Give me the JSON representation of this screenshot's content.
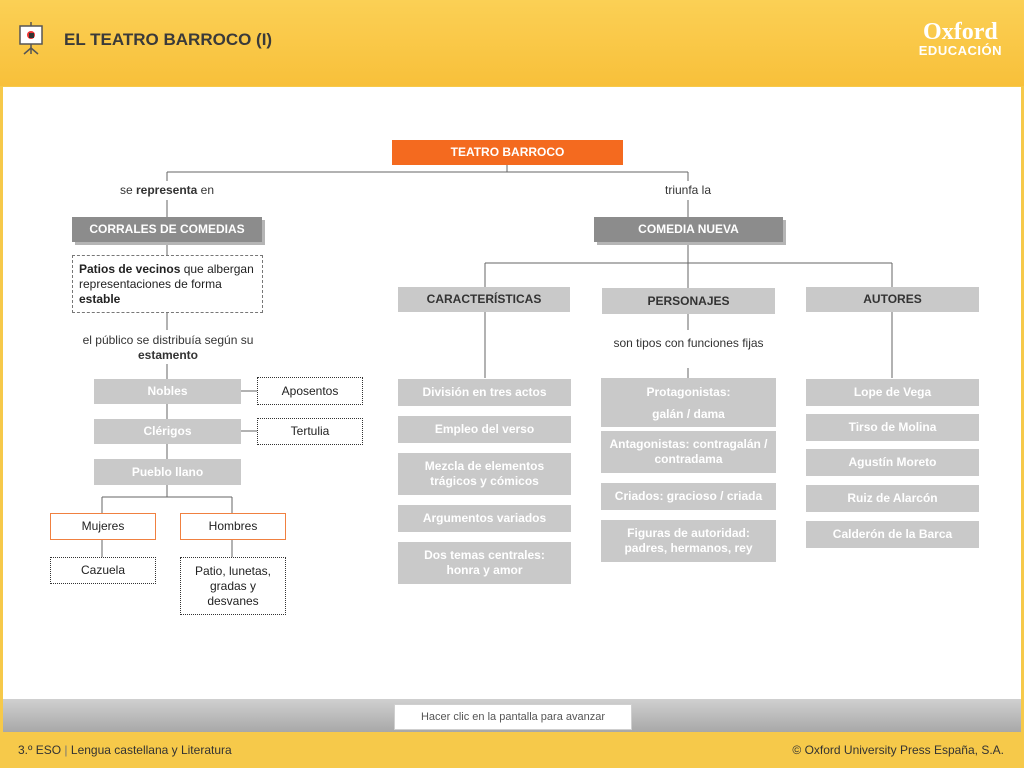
{
  "header": {
    "title": "EL TEATRO BARROCO (I)",
    "brand_top": "Oxford",
    "brand_bottom": "EDUCACIÓN"
  },
  "diagram": {
    "root": "TEATRO BARROCO",
    "left_link": {
      "pre": "se ",
      "bold": "representa",
      "post": " en"
    },
    "right_link": "triunfa la",
    "corrales": "CORRALES DE COMEDIAS",
    "patios": {
      "b1": "Patios de vecinos",
      "t1": " que albergan representaciones de forma ",
      "b2": "estable"
    },
    "publico": {
      "t1": "el público se distribuía según su ",
      "b1": "estamento"
    },
    "estamentos": [
      "Nobles",
      "Clérigos",
      "Pueblo llano"
    ],
    "aposentos": "Aposentos",
    "tertulia": "Tertulia",
    "mujeres": "Mujeres",
    "hombres": "Hombres",
    "cazuela": "Cazuela",
    "patio": "Patio, lunetas, gradas y desvanes",
    "comedia": "COMEDIA NUEVA",
    "caracteristicas": {
      "title": "CARACTERÍSTICAS",
      "items": [
        "División en tres actos",
        "Empleo del verso",
        "Mezcla de elementos trágicos y cómicos",
        "Argumentos variados",
        "Dos temas centrales: honra y amor"
      ]
    },
    "personajes": {
      "title": "PERSONAJES",
      "note": "son tipos con funciones fijas",
      "items": [
        "Protagonistas:",
        "galán / dama",
        "Antagonistas: contragalán / contradama",
        "Criados: gracioso / criada",
        "Figuras de autoridad: padres, hermanos, rey"
      ]
    },
    "autores": {
      "title": "AUTORES",
      "items": [
        "Lope de Vega",
        "Tirso de Molina",
        "Agustín Moreto",
        "Ruiz de Alarcón",
        "Calderón de la Barca"
      ]
    }
  },
  "advance_label": "Hacer clic en la pantalla para avanzar",
  "footer": {
    "course": "3.º ESO",
    "separator": "|",
    "subject": "Lengua castellana y Literatura",
    "copyright": "© Oxford University Press España, S.A."
  }
}
